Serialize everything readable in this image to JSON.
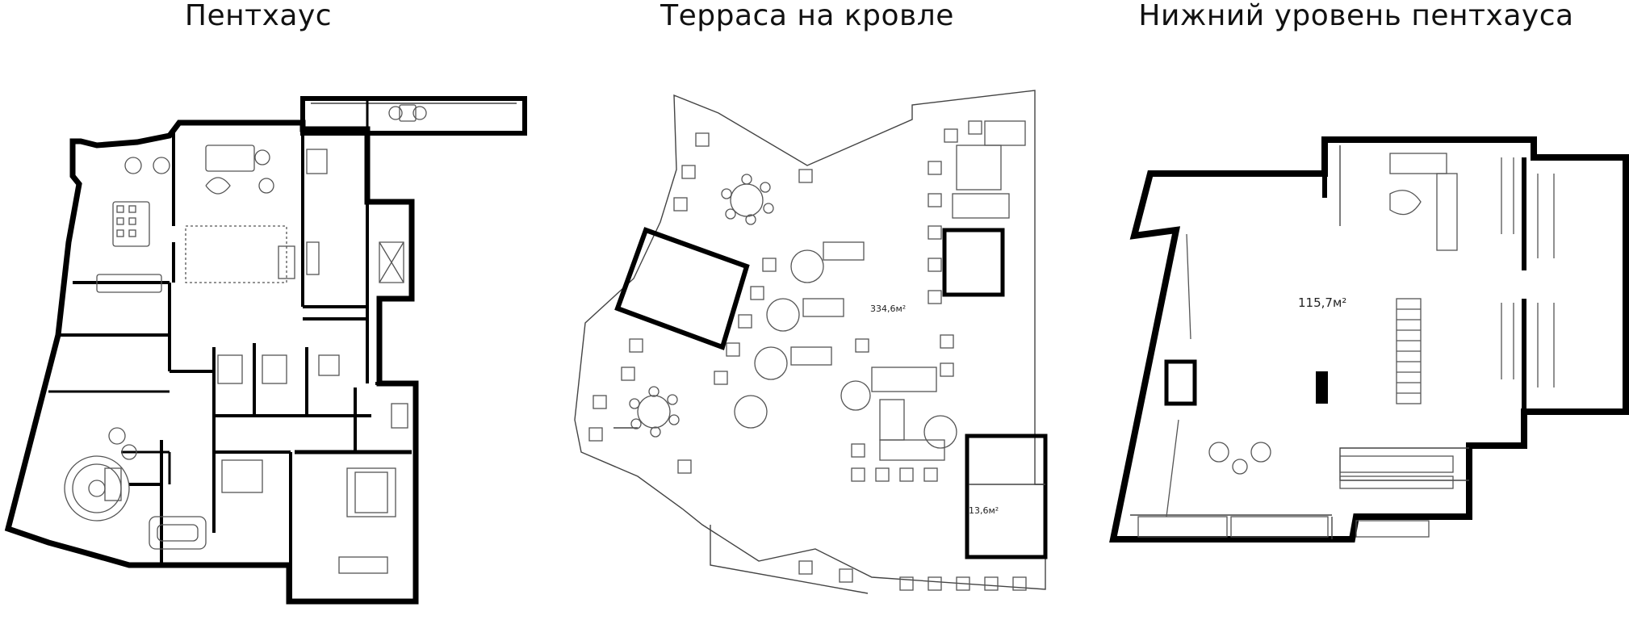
{
  "plans": [
    {
      "title": "Пентхаус"
    },
    {
      "title": "Терраса на кровле",
      "areas": [
        "334,6м²",
        "13,6м²"
      ]
    },
    {
      "title": "Нижний уровень пентхауса",
      "areas": [
        "115,7м²"
      ]
    }
  ]
}
